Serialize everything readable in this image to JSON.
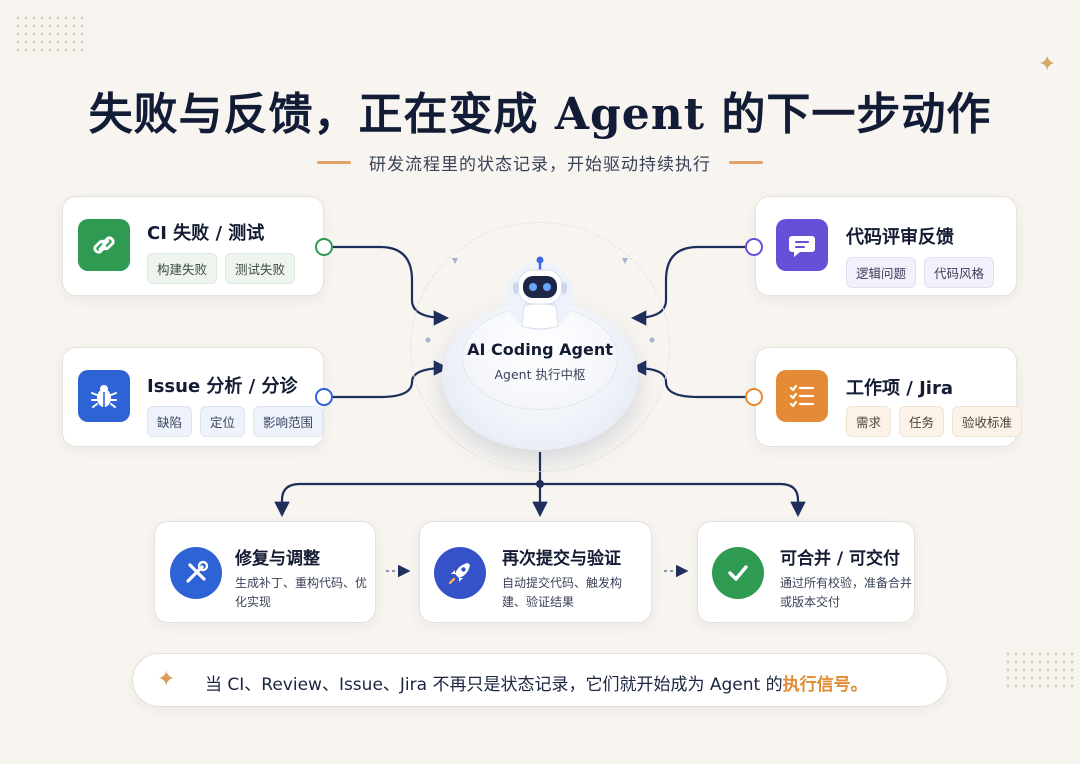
{
  "title": "失败与反馈，正在变成 Agent 的下一步动作",
  "subtitle": "研发流程里的状态记录，开始驱动持续执行",
  "hub": {
    "title": "AI Coding Agent",
    "subtitle": "Agent 执行中枢"
  },
  "inputs": {
    "ci": {
      "title": "CI 失败 / 测试",
      "tags": [
        "构建失败",
        "测试失败"
      ],
      "icon": "link-icon",
      "color": "#2e9a52"
    },
    "issue": {
      "title": "Issue 分析 / 分诊",
      "tags": [
        "缺陷",
        "定位",
        "影响范围"
      ],
      "icon": "bug-icon",
      "color": "#2e63d6"
    },
    "review": {
      "title": "代码评审反馈",
      "tags": [
        "逻辑问题",
        "代码风格"
      ],
      "icon": "chat-icon",
      "color": "#6750d8"
    },
    "jira": {
      "title": "工作项 / Jira",
      "tags": [
        "需求",
        "任务",
        "验收标准"
      ],
      "icon": "checklist-icon",
      "color": "#e58a35"
    }
  },
  "steps": [
    {
      "title": "修复与调整",
      "desc": "生成补丁、重构代码、优化实现",
      "icon": "tools-icon",
      "color": "#2e63d6"
    },
    {
      "title": "再次提交与验证",
      "desc": "自动提交代码、触发构建、验证结果",
      "icon": "rocket-icon",
      "color": "#3552c9"
    },
    {
      "title": "可合并 / 可交付",
      "desc": "通过所有校验，准备合并或版本交付",
      "icon": "check-icon",
      "color": "#2e9a52"
    }
  ],
  "bottom": {
    "text": "当 CI、Review、Issue、Jira 不再只是状态记录，它们就开始成为 Agent 的",
    "highlight": "执行信号。"
  }
}
